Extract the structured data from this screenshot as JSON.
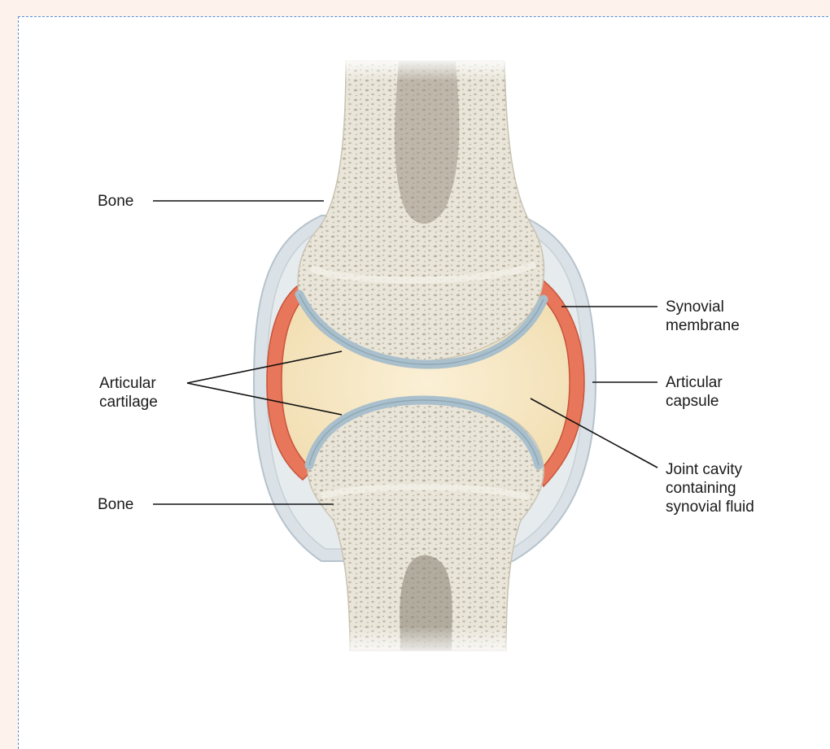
{
  "labels": {
    "bone_top": "Bone",
    "articular_cartilage": "Articular\ncartilage",
    "bone_bottom": "Bone",
    "synovial_membrane": "Synovial\nmembrane",
    "articular_capsule": "Articular\ncapsule",
    "joint_cavity": "Joint cavity\ncontaining\nsynovial fluid"
  },
  "colors": {
    "background": "#fdf3ec",
    "frame_border": "#5b8fd6",
    "bone": "#e9e5d9",
    "bone_pores": "#b9b19f",
    "marrow": "#8d8578",
    "cartilage": "#a9bfcc",
    "synovial_membrane": "#e8765a",
    "synovial_fluid": "#f6e7c3",
    "capsule": "#cfd8de",
    "leader_line": "#111111"
  }
}
